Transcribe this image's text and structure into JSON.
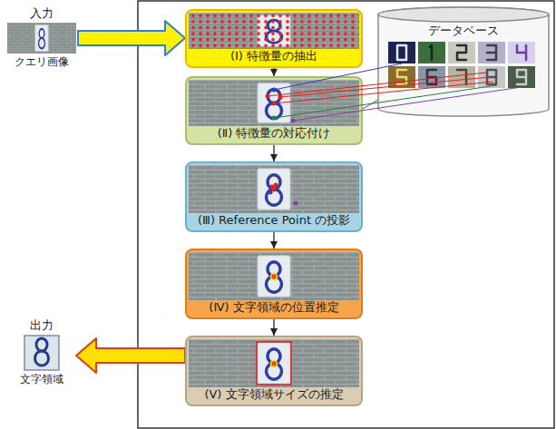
{
  "diagram": {
    "nodes": [
      {
        "text": [
          "入力",
          "クエリ画像"
        ]
      },
      {
        "text": [
          "(Ⅰ) 特徴量の抽出"
        ]
      },
      {
        "text": [
          "データベース"
        ]
      },
      {
        "text": [
          "(Ⅱ) 特徴量の対応付け"
        ]
      },
      {
        "text": [
          "(Ⅲ) Reference Point の投影"
        ]
      },
      {
        "text": [
          "(Ⅳ) 文字領域の位置推定"
        ]
      },
      {
        "text": [
          "(Ⅴ) 文字領域サイズの推定"
        ]
      },
      {
        "text": [
          "出力",
          "文字領域"
        ]
      }
    ],
    "edges": [
      {
        "from": 0,
        "to": 1,
        "arrow": "to"
      },
      {
        "from": 1,
        "to": 3,
        "arrow": "to"
      },
      {
        "from": 3,
        "to": 2,
        "arrow": "none"
      },
      {
        "from": 3,
        "to": 4,
        "arrow": "to"
      },
      {
        "from": 4,
        "to": 5,
        "arrow": "to"
      },
      {
        "from": 5,
        "to": 6,
        "arrow": "to"
      },
      {
        "from": 6,
        "to": 7,
        "arrow": "to"
      }
    ]
  }
}
